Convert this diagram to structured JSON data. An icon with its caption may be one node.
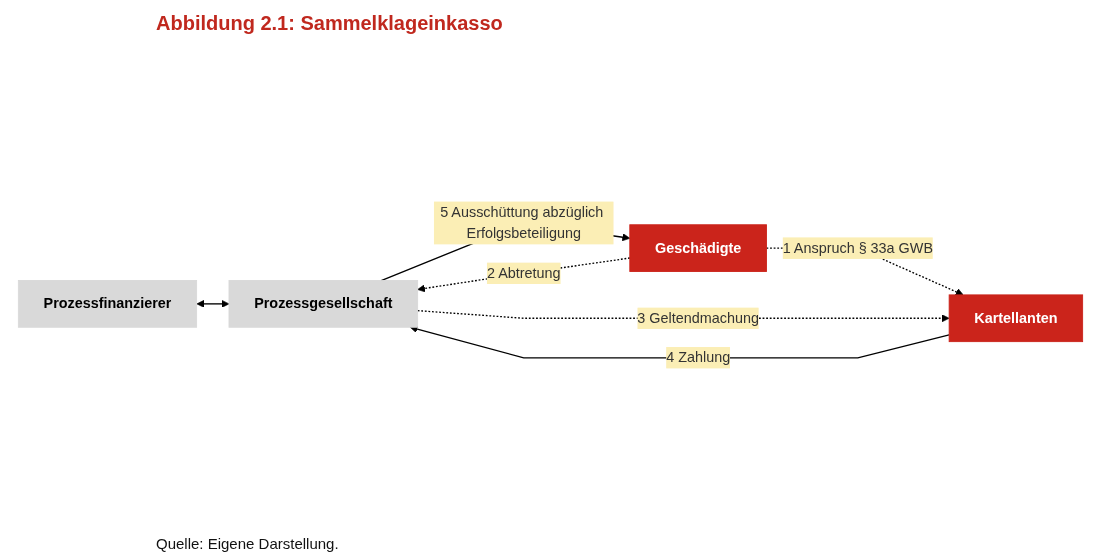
{
  "diagram": {
    "title": "Abbildung 2.1: Sammelklageinkasso",
    "caption": "Quelle: Eigene Darstellung.",
    "nodes": [
      {
        "text": [
          "Prozessfinanzierer"
        ]
      },
      {
        "text": [
          "Prozessgesellschaft"
        ]
      },
      {
        "text": [
          "Kartellanten"
        ]
      },
      {
        "text": [
          "Geschädigte"
        ]
      }
    ],
    "edges": [
      {
        "from": 0,
        "to": 1,
        "arrow": "both"
      },
      {
        "from": 3,
        "to": 2,
        "arrow": "to",
        "style": "dashed",
        "label": "1 Anspruch § 33a GWB"
      },
      {
        "from": 3,
        "to": 1,
        "arrow": "to",
        "style": "dashed",
        "label": "2 Abtretung"
      },
      {
        "from": 1,
        "to": 2,
        "arrow": "to",
        "style": "dashed",
        "label": "3 Geltendmachung"
      },
      {
        "from": 2,
        "to": 1,
        "arrow": "to",
        "label": "4 Zahlung"
      },
      {
        "from": 1,
        "to": 3,
        "arrow": "to",
        "label": "5 Ausschüttung abzüglich Erfolgsbeteiligung"
      }
    ]
  }
}
